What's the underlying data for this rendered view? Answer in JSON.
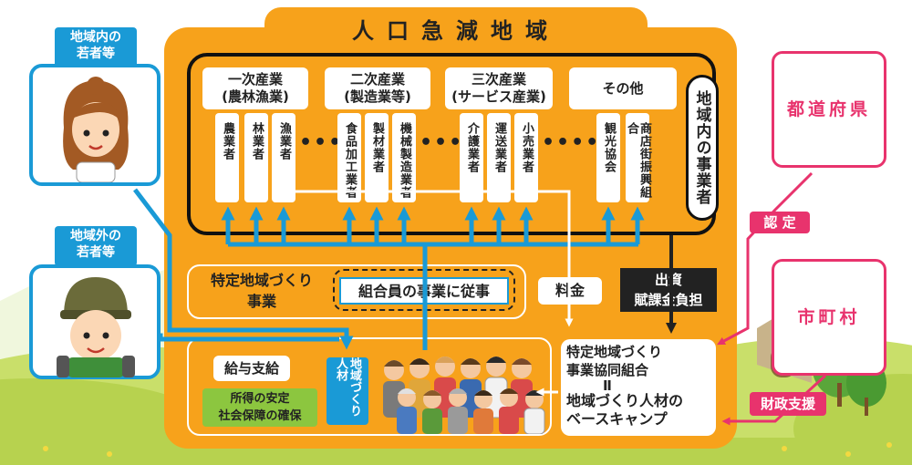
{
  "title": "人口急減地域",
  "categories": [
    {
      "label": "一次産業\n(農林漁業)",
      "items": [
        "農業者",
        "林業者",
        "漁業者"
      ]
    },
    {
      "label": "二次産業\n(製造業等)",
      "items": [
        "食品加工業者",
        "製材業者",
        "機械製造業者"
      ]
    },
    {
      "label": "三次産業\n(サービス産業)",
      "items": [
        "介護業者",
        "運送業者",
        "小売業者"
      ]
    },
    {
      "label": "その他",
      "items": [
        "観光協会",
        "商店街振興組合"
      ]
    }
  ],
  "dots": "••••",
  "biz_label": "地域内の事業者",
  "tokutei_project": "特定地域づくり\n事業",
  "kumiai_job": "組合員の事業に従事",
  "ryokin": "料金",
  "shusshi": "出資\n賦課金負担",
  "kyuyo": "給与支給",
  "shotoku": "所得の安定\n社会保障の確保",
  "jinzai": "地域づくり人材",
  "kyodo_top": "特定地域づくり\n事業協同組合",
  "kyodo_eq": "Ⅱ",
  "kyodo_bottom": "地域づくり人材の\nベースキャンプ",
  "youth_inside": "地域内の\n若者等",
  "youth_outside": "地域外の\n若者等",
  "prefecture": "都道府県",
  "nintei": "認 定",
  "municipality": "市町村",
  "zaisei": "財政支援",
  "colors": {
    "orange": "#f7a21b",
    "blue": "#1a9ad6",
    "pink": "#e8336d",
    "green": "#8cc63f"
  }
}
